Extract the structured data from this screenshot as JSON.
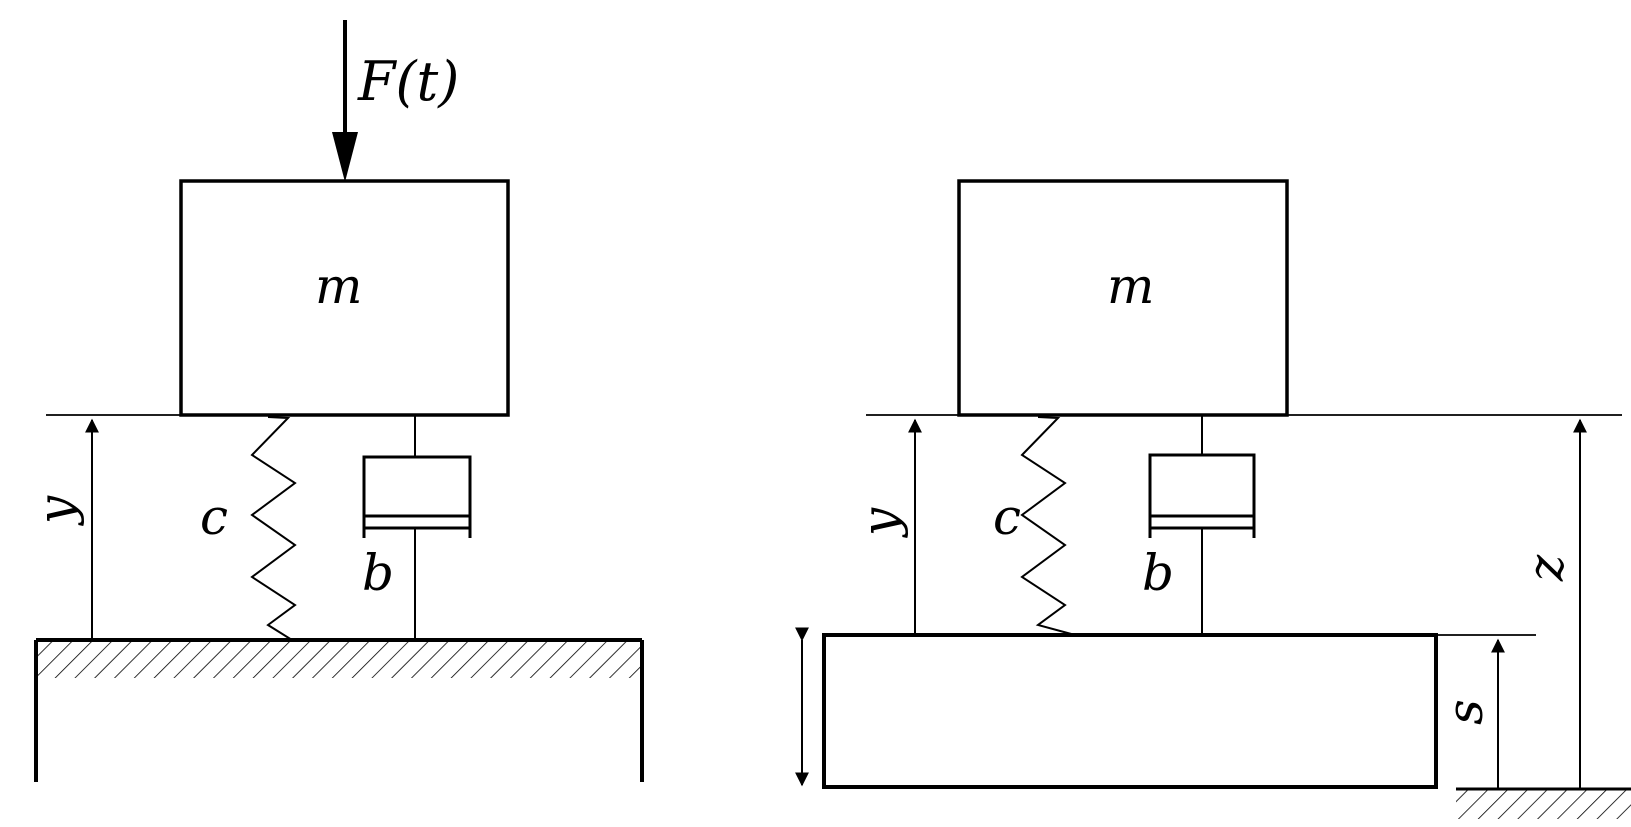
{
  "left_system": {
    "mass_label": "m",
    "force_label": "F(t)",
    "spring_label": "c",
    "damper_label": "b",
    "displacement_label": "y"
  },
  "right_system": {
    "mass_label": "m",
    "spring_label": "c",
    "damper_label": "b",
    "relative_displacement_label": "y",
    "absolute_displacement_label": "z",
    "base_displacement_label": "s"
  },
  "colors": {
    "line": "#000000",
    "background": "#ffffff"
  }
}
